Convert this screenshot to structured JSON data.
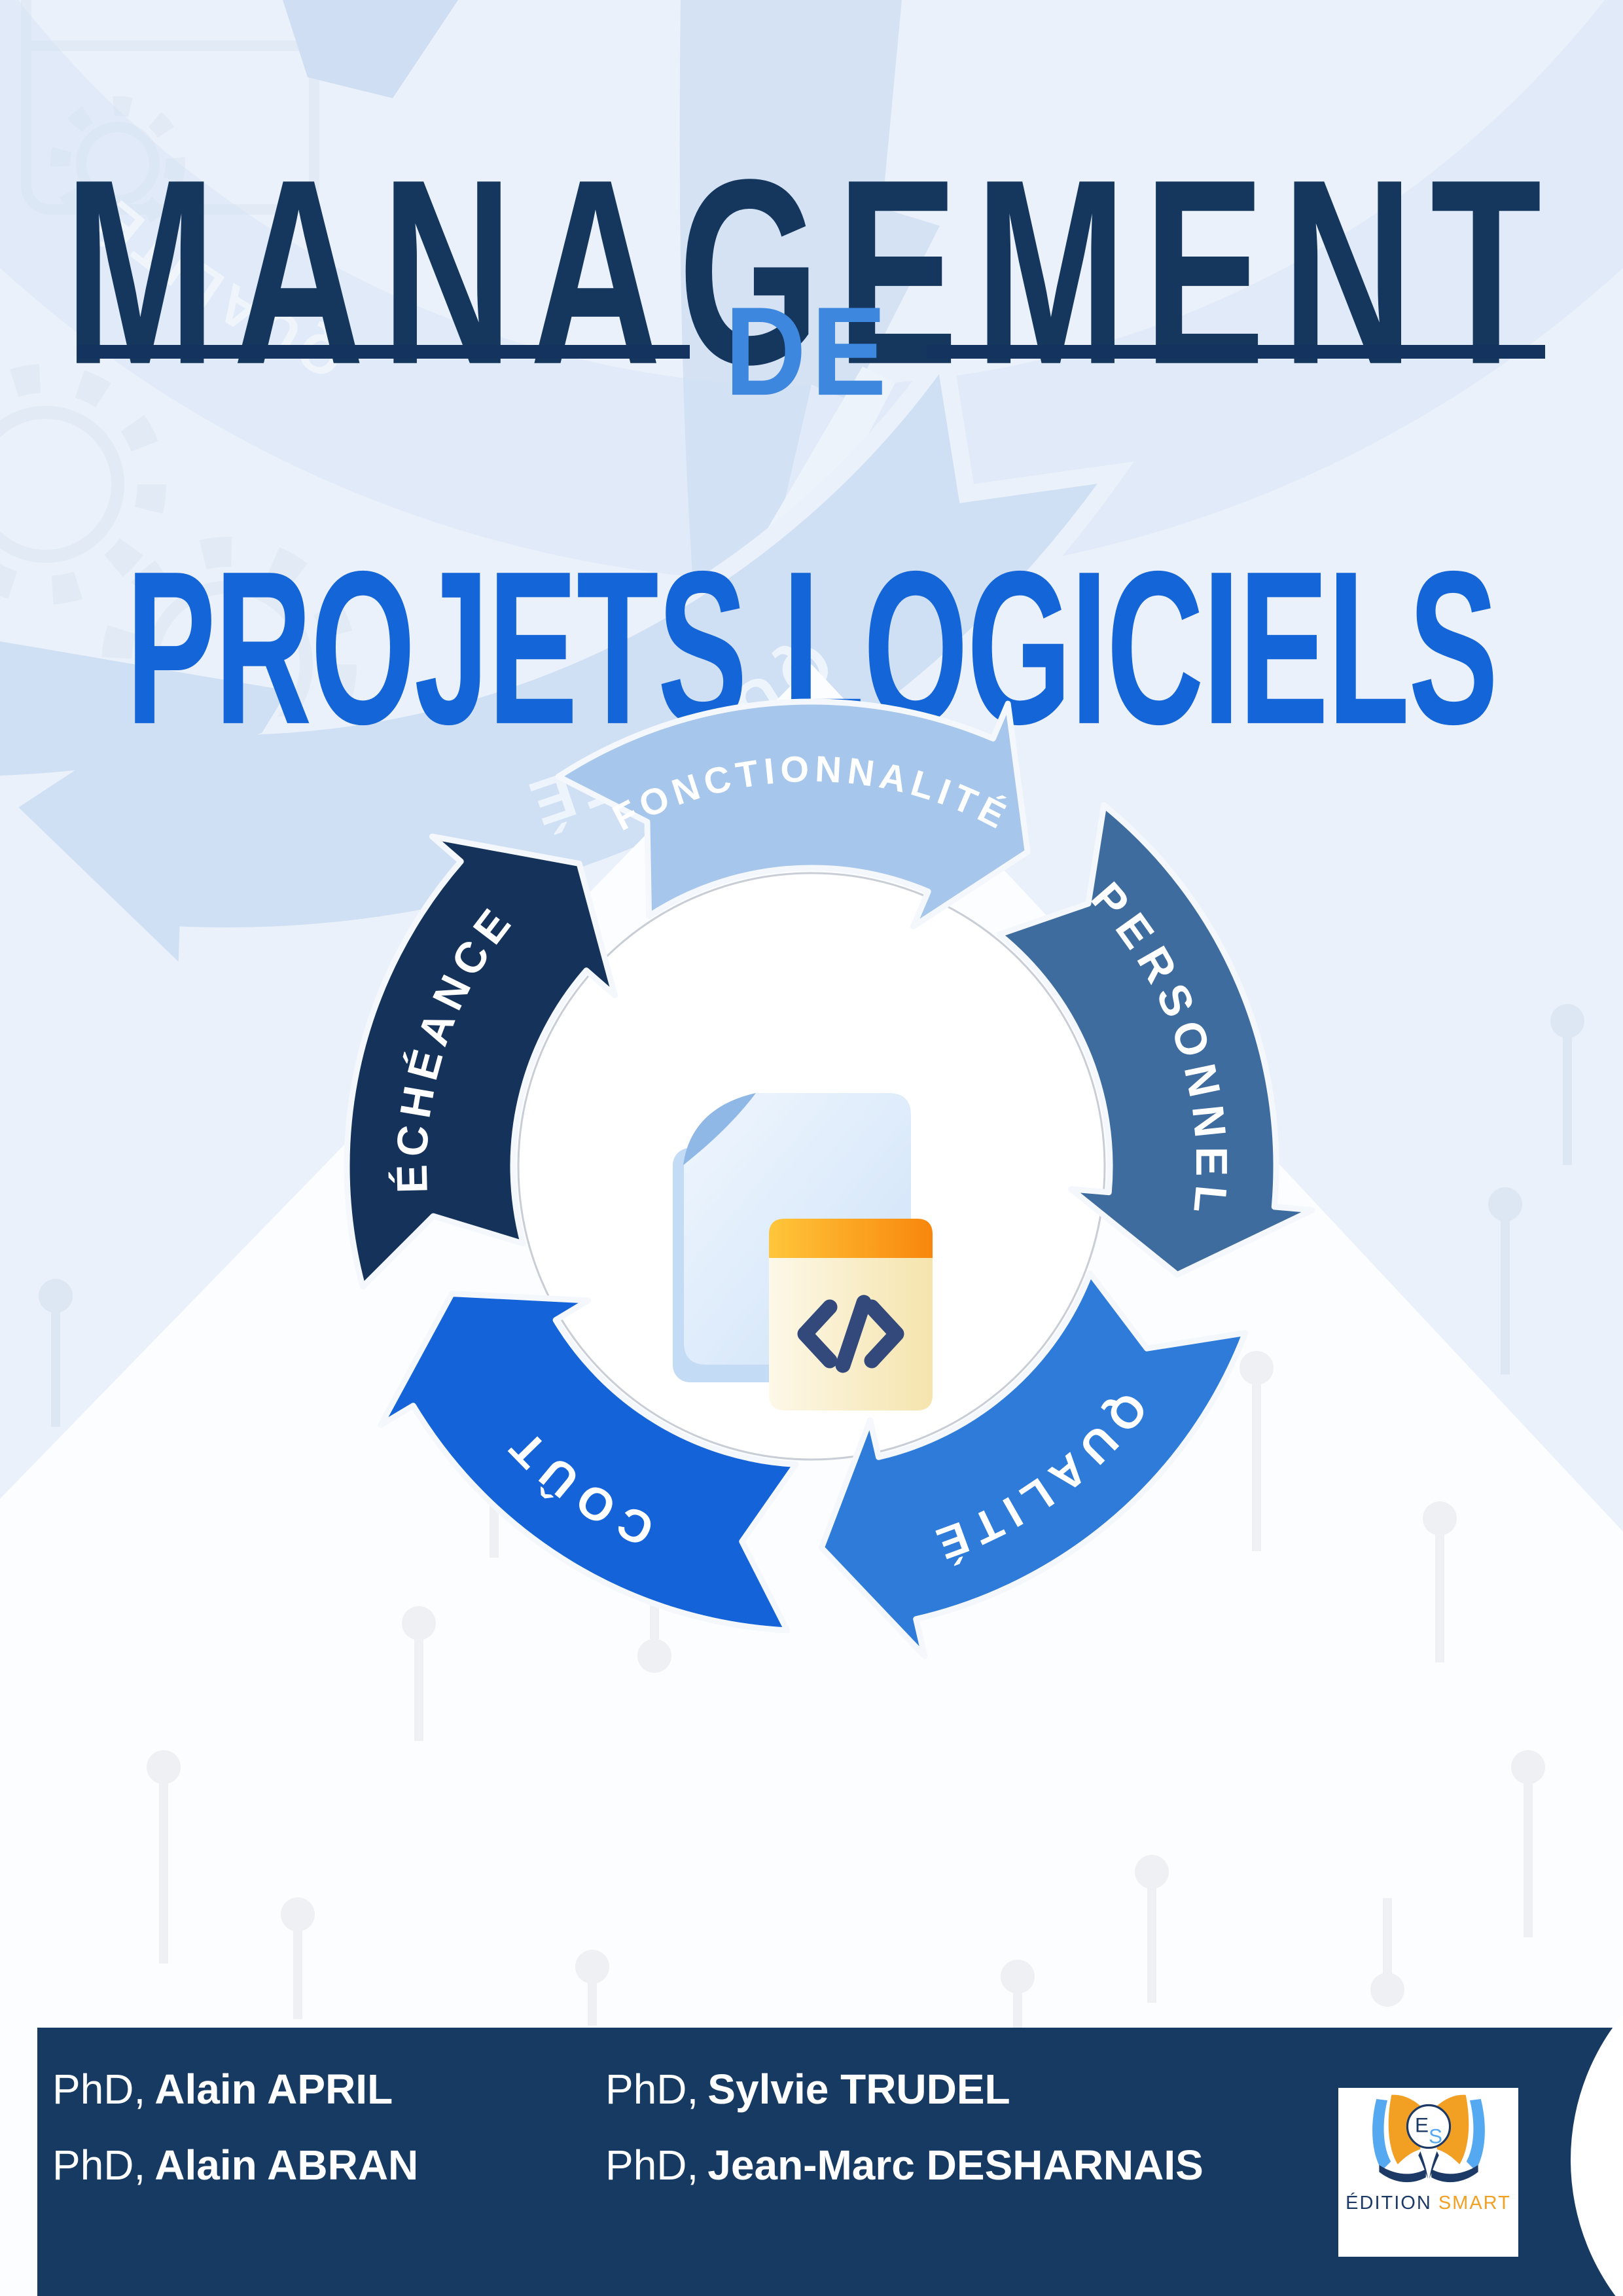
{
  "cover": {
    "title": "MANAGEMENT",
    "connector": "DE",
    "subtitle": "PROJETS LOGICIELS"
  },
  "diagram": {
    "center_icon": "code-document-icon",
    "code_glyph": "</>",
    "segments": [
      {
        "label": "FONCTIONNALITÉ",
        "color": "#a7c6ec"
      },
      {
        "label": "PERSONNEL",
        "color": "#3f6c9e"
      },
      {
        "label": "QUALITÉ",
        "color": "#2e7bd9"
      },
      {
        "label": "COÛT",
        "color": "#1463d9"
      },
      {
        "label": "ÉCHÉANCE",
        "color": "#15335a"
      }
    ]
  },
  "background": {
    "watermark_text": "QUALITÉ",
    "base_color": "#eaf1fa",
    "accent_color": "#cfdff4"
  },
  "authors": [
    {
      "prefix": "PhD,",
      "name": "Alain APRIL"
    },
    {
      "prefix": "PhD,",
      "name": "Alain ABRAN"
    },
    {
      "prefix": "PhD,",
      "name": "Sylvie TRUDEL"
    },
    {
      "prefix": "PhD,",
      "name": "Jean-Marc DESHARNAIS"
    }
  ],
  "publisher": {
    "monogram": {
      "e": "E",
      "s": "S"
    },
    "name_primary": "ÉDITION",
    "name_accent": "SMART",
    "name_color": "#1d3a66",
    "accent_color": "#f2a024",
    "book_blue": "#55a9f1",
    "book_orange": "#f2a024"
  },
  "colors": {
    "title": "#15375e",
    "connector": "#3d87de",
    "rule_lines": "#14345f",
    "subtitle": "#1465d8",
    "footer_bar": "#173a63"
  }
}
